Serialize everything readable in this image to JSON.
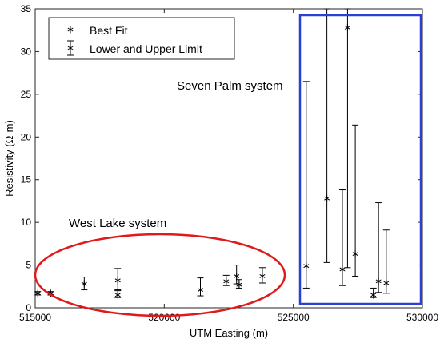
{
  "chart_data": {
    "type": "scatter",
    "xlabel": "UTM Easting (m)",
    "ylabel": "Resistivity (Ω-m)",
    "xlim": [
      515000,
      530000
    ],
    "ylim": [
      0,
      35
    ],
    "x_ticks": [
      {
        "value": 515000,
        "label": "515000"
      },
      {
        "value": 520000,
        "label": "520000"
      },
      {
        "value": 525000,
        "label": "525000"
      },
      {
        "value": 530000,
        "label": "530000"
      }
    ],
    "y_ticks": [
      {
        "value": 0,
        "label": "0"
      },
      {
        "value": 5,
        "label": "5"
      },
      {
        "value": 10,
        "label": "10"
      },
      {
        "value": 15,
        "label": "15"
      },
      {
        "value": 20,
        "label": "20"
      },
      {
        "value": 25,
        "label": "25"
      },
      {
        "value": 30,
        "label": "30"
      },
      {
        "value": 35,
        "label": "35"
      }
    ],
    "legend": {
      "position": "top-left",
      "entries": [
        "Best Fit",
        "Lower and Upper Limit"
      ]
    },
    "series": [
      {
        "name": "Best Fit",
        "marker": "asterisk",
        "points": [
          {
            "x": 515100,
            "y": 1.7,
            "lower": 1.5,
            "upper": 1.9
          },
          {
            "x": 515600,
            "y": 1.7,
            "lower": 1.5,
            "upper": 1.9
          },
          {
            "x": 516900,
            "y": 2.8,
            "lower": 2.1,
            "upper": 3.6
          },
          {
            "x": 518200,
            "y": 3.2,
            "lower": 2.1,
            "upper": 4.6
          },
          {
            "x": 518200,
            "y": 1.5,
            "lower": 1.2,
            "upper": 2.0
          },
          {
            "x": 521400,
            "y": 2.1,
            "lower": 1.4,
            "upper": 3.5
          },
          {
            "x": 522400,
            "y": 3.1,
            "lower": 2.6,
            "upper": 3.8
          },
          {
            "x": 522800,
            "y": 3.7,
            "lower": 2.8,
            "upper": 5.0
          },
          {
            "x": 522900,
            "y": 2.7,
            "lower": 2.3,
            "upper": 3.3
          },
          {
            "x": 523800,
            "y": 3.7,
            "lower": 2.9,
            "upper": 4.7
          },
          {
            "x": 525500,
            "y": 4.9,
            "lower": 2.3,
            "upper": 26.5
          },
          {
            "x": 526300,
            "y": 12.8,
            "lower": 5.3,
            "upper": 35.0
          },
          {
            "x": 526900,
            "y": 4.5,
            "lower": 2.6,
            "upper": 13.8
          },
          {
            "x": 527100,
            "y": 32.8,
            "lower": 4.7,
            "upper": 35.0
          },
          {
            "x": 527400,
            "y": 6.3,
            "lower": 3.7,
            "upper": 21.4
          },
          {
            "x": 528100,
            "y": 1.5,
            "lower": 1.2,
            "upper": 2.3
          },
          {
            "x": 528300,
            "y": 3.1,
            "lower": 1.8,
            "upper": 12.3
          },
          {
            "x": 528600,
            "y": 2.9,
            "lower": 1.7,
            "upper": 9.1
          }
        ]
      }
    ],
    "annotations": [
      {
        "text": "Seven Palm system",
        "shape": "rectangle",
        "color": "#2a3fd6"
      },
      {
        "text": "West Lake system",
        "shape": "ellipse",
        "color": "#e01919"
      }
    ]
  }
}
